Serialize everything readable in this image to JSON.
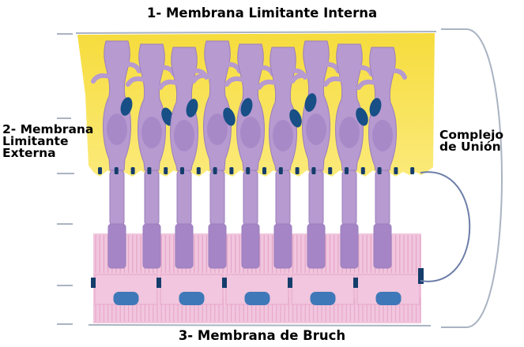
{
  "labels": {
    "top": "1- Membrana Limitante Interna",
    "left": [
      "2- Membrana",
      "Limitante",
      "Externa"
    ],
    "right": [
      "Complejo",
      "de Unión"
    ],
    "bottom": "3- Membrana de Bruch"
  },
  "colors": {
    "muller": "#f7e04a",
    "muller_light": "#fbef8e",
    "photoreceptor": "#b69ad0",
    "photoreceptor_dark": "#9b7fbd",
    "photoreceptor_core": "#a585c6",
    "nucleus": "#174f86",
    "rpe": "#f1c6de",
    "rpe_border": "#e7a7c9",
    "rpe_nucleus": "#3e78b8",
    "junction": "#143d6b",
    "membrane": "#aab3c2",
    "bracket": "#6c7ea8"
  }
}
